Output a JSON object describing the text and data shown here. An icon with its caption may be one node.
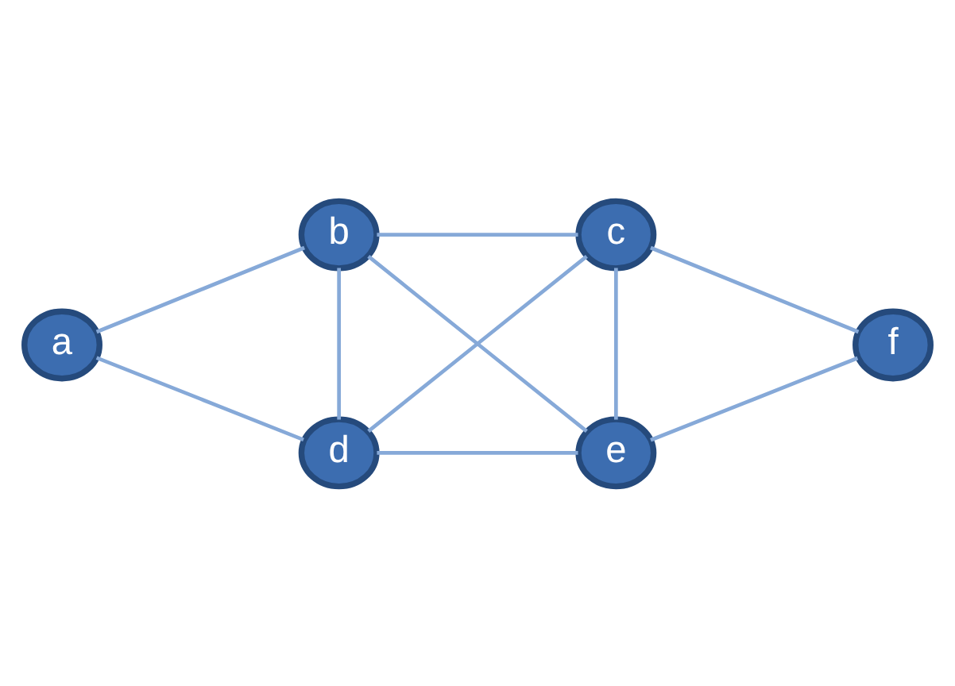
{
  "diagram": {
    "nodes": [
      {
        "text": [
          "a"
        ]
      },
      {
        "text": [
          "b"
        ]
      },
      {
        "text": [
          "c"
        ]
      },
      {
        "text": [
          "d"
        ]
      },
      {
        "text": [
          "e"
        ]
      },
      {
        "text": [
          "f"
        ]
      }
    ],
    "edges": [
      {
        "from": 0,
        "to": 1,
        "arrow": "none"
      },
      {
        "from": 0,
        "to": 3,
        "arrow": "none"
      },
      {
        "from": 1,
        "to": 2,
        "arrow": "none"
      },
      {
        "from": 1,
        "to": 3,
        "arrow": "none"
      },
      {
        "from": 1,
        "to": 4,
        "arrow": "none"
      },
      {
        "from": 2,
        "to": 3,
        "arrow": "none"
      },
      {
        "from": 2,
        "to": 4,
        "arrow": "none"
      },
      {
        "from": 2,
        "to": 5,
        "arrow": "none"
      },
      {
        "from": 3,
        "to": 4,
        "arrow": "none"
      },
      {
        "from": 4,
        "to": 5,
        "arrow": "none"
      }
    ]
  }
}
